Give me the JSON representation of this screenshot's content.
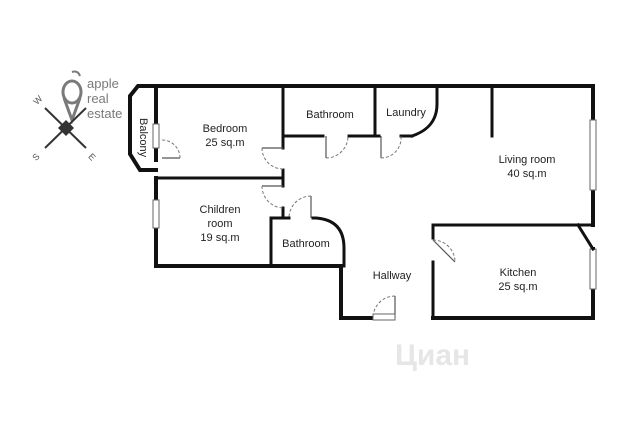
{
  "watermark": {
    "brand_lines": [
      "apple",
      "real",
      "estate"
    ],
    "bottom_mark": "Циан"
  },
  "compass": {
    "w": "W",
    "s": "S",
    "e": "E"
  },
  "rooms": {
    "balcony": {
      "name": "Balcony"
    },
    "bedroom": {
      "name": "Bedroom",
      "area": "25 sq.m"
    },
    "bathroom_top": {
      "name": "Bathroom"
    },
    "laundry": {
      "name": "Laundry"
    },
    "living_room": {
      "name": "Living room",
      "area": "40 sq.m"
    },
    "children_room": {
      "name_line1": "Children",
      "name_line2": "room",
      "area": "19 sq.m"
    },
    "bathroom_small": {
      "name": "Bathroom"
    },
    "hallway": {
      "name": "Hallway"
    },
    "kitchen": {
      "name": "Kitchen",
      "area": "25 sq.m"
    }
  }
}
